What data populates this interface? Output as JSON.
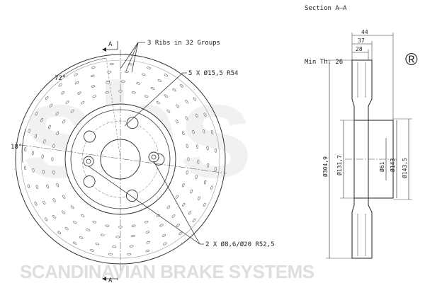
{
  "watermark": {
    "logo": "sbs",
    "registered_mark": "®",
    "tagline": "SCANDINAVIAN BRAKE SYSTEMS"
  },
  "front_view": {
    "section_marker_top": "A",
    "section_marker_bottom": "A",
    "angle_top": "72°",
    "angle_left": "18°",
    "callouts": {
      "ribs": "3 Ribs in 32 Groups",
      "bolt_holes": "5 X Ø15,5   R54",
      "small_holes": "2 X Ø8,6/Ø20   R52,5"
    }
  },
  "section_view": {
    "title": "Section A–A",
    "min_thickness": "Min Th. 26",
    "widths": [
      "44",
      "37",
      "28"
    ],
    "diameters": [
      "Ø304,9",
      "Ø131,7",
      "Ø61",
      "Ø143",
      "Ø143,5"
    ]
  }
}
